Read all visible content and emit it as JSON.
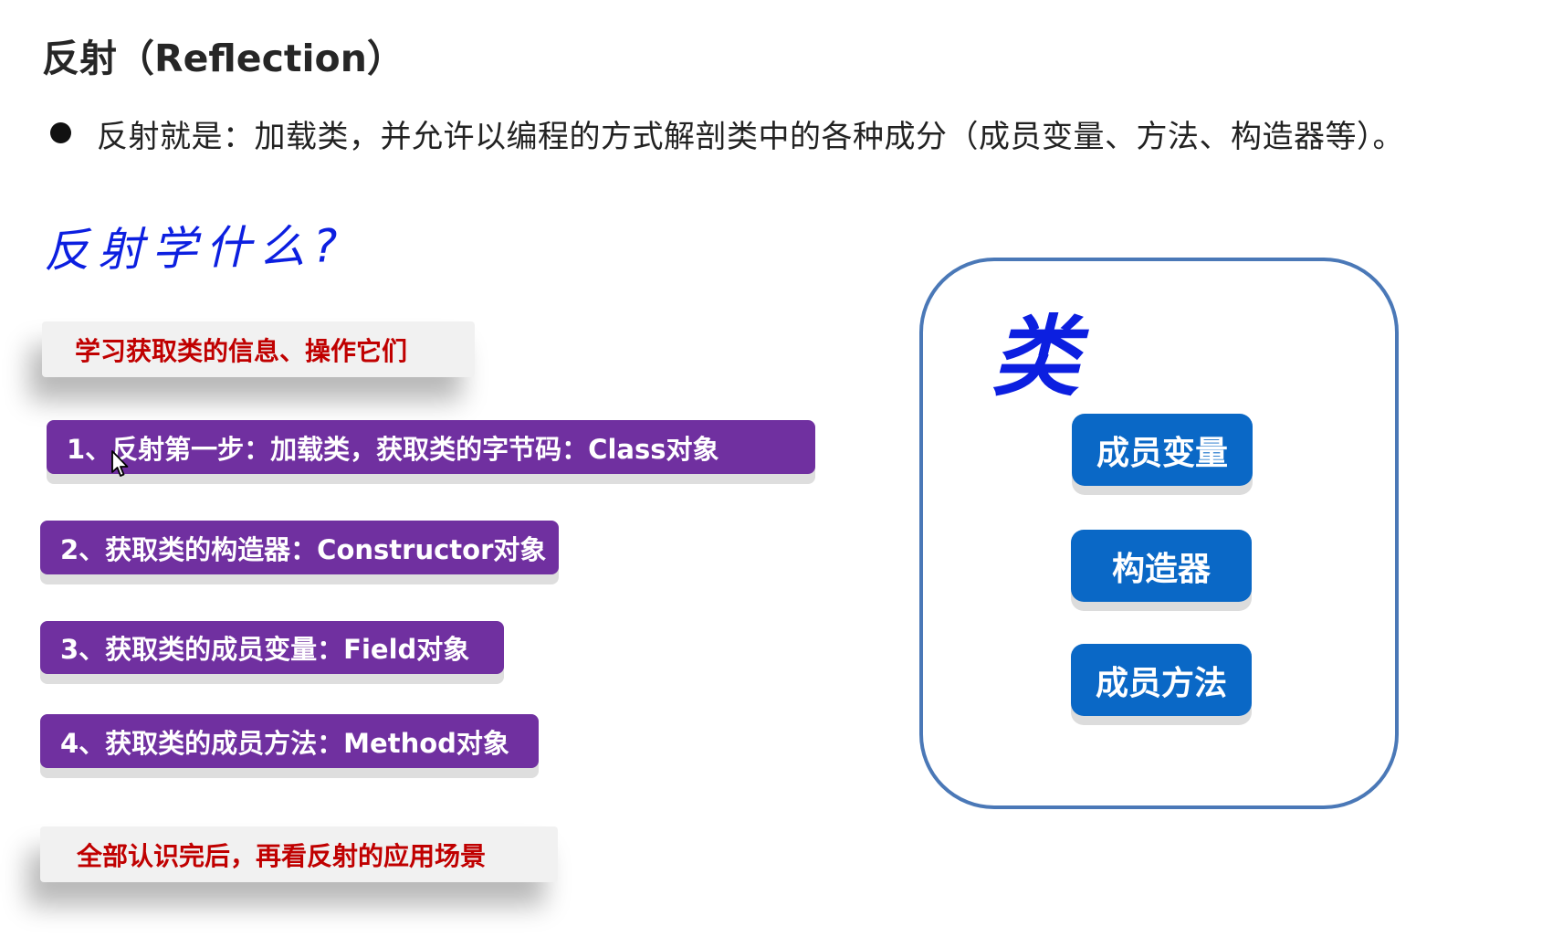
{
  "heading": {
    "title": "反射（Reflection）"
  },
  "definition": {
    "text": "反射就是：加载类，并允许以编程的方式解剖类中的各种成分（成员变量、方法、构造器等）。"
  },
  "handwritten_question": "反射学什么?",
  "callouts": [
    "学习获取类的信息、操作它们",
    "全部认识完后，再看反射的应用场景"
  ],
  "steps": [
    "1、反射第一步：加载类，获取类的字节码：Class对象",
    "2、获取类的构造器：Constructor对象",
    "3、获取类的成员变量：Field对象",
    "4、获取类的成员方法：Method对象"
  ],
  "class_diagram": {
    "label": "类",
    "members": [
      "成员变量",
      "构造器",
      "成员方法"
    ]
  },
  "colors": {
    "step_bg": "#7030a0",
    "callout_text": "#c00000",
    "member_bg": "#0a68c6",
    "box_border": "#4a78b7",
    "handwriting": "#0c1fe0"
  },
  "icons": {
    "bullet": "bullet-icon",
    "cursor": "cursor-icon"
  }
}
